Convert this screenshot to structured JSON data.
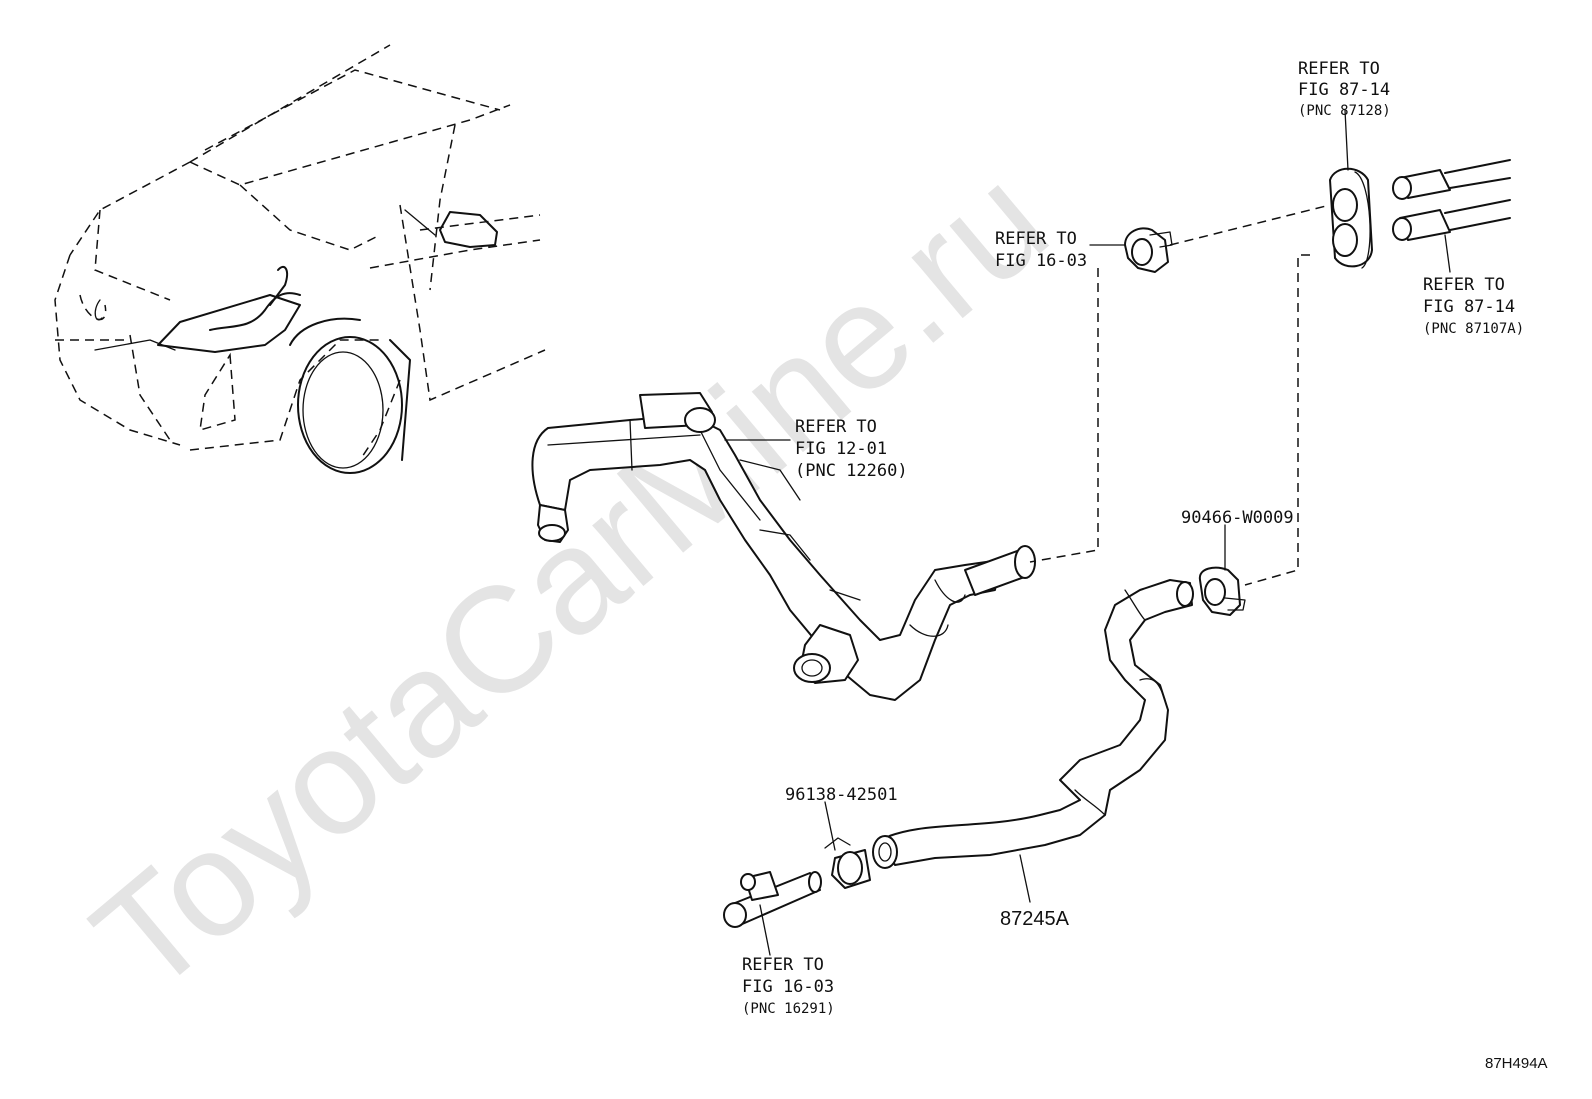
{
  "watermark": "ToyotaCarMine.ru",
  "diagram_code": "87H494A",
  "callouts": {
    "ref_fig_87_14_top": {
      "line1": "REFER TO",
      "line2": "FIG 87-14",
      "line3": "(PNC 87128)"
    },
    "ref_fig_16_03_top": {
      "line1": "REFER TO",
      "line2": "FIG 16-03"
    },
    "ref_fig_87_14_right": {
      "line1": "REFER TO",
      "line2": "FIG 87-14",
      "line3": "(PNC 87107A)"
    },
    "ref_fig_12_01": {
      "line1": "REFER TO",
      "line2": "FIG 12-01",
      "line3": "(PNC 12260)"
    },
    "ref_fig_16_03_bottom": {
      "line1": "REFER TO",
      "line2": "FIG 16-03",
      "line3": "(PNC 16291)"
    }
  },
  "part_numbers": {
    "clip_upper": "90466-W0009",
    "clamp_lower": "96138-42501",
    "hose": "87245A"
  }
}
